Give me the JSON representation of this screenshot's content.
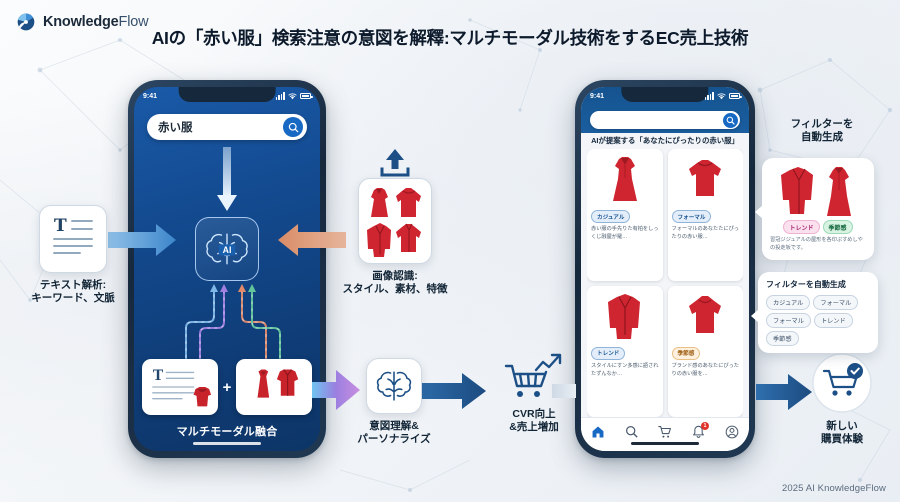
{
  "brand": {
    "bold": "Knowledge",
    "light": "Flow",
    "logo_icon": "knowledgeflow-logo-icon"
  },
  "header": {
    "title": "AIの「赤い服」検索注意の意図を解釋:マルチモーダル技術をするEC売上技術"
  },
  "footer": {
    "text": "2025 AI KnowledgeFlow"
  },
  "left_phone": {
    "status_time": "9:41",
    "search_query": "赤い服",
    "search_icon": "search-icon",
    "ai_label": "AI",
    "ai_icon": "brain-ai-icon",
    "fusion_plus": "+",
    "caption": "マルチモーダル融合"
  },
  "right_phone": {
    "status_time": "9:41",
    "search_icon": "search-icon",
    "heading": "AIが提案する「あなたにぴったりの赤い服」",
    "cards": [
      {
        "tag": "カジュアル",
        "tag_color": "blue",
        "desc": "赤い服の手先りた有柏をしっくじ融屋が羅…",
        "thumb": "red-dress-icon"
      },
      {
        "tag": "フォーマル",
        "tag_color": "blue",
        "desc": "フォーマルのあなたたにぴったりの赤い服…",
        "thumb": "red-sweater-icon"
      },
      {
        "tag": "トレンド",
        "tag_color": "blue",
        "desc": "スタイルにすン多感に語されたずんなか…",
        "thumb": "red-blazer-icon"
      },
      {
        "tag": "季節感",
        "tag_color": "orange",
        "desc": "ブランド感のあなたにぴったりの赤い服を…",
        "thumb": "red-jacket-icon"
      }
    ],
    "nav": [
      {
        "name": "home",
        "icon": "home-icon",
        "active": true,
        "badge": ""
      },
      {
        "name": "search",
        "icon": "search-icon",
        "active": false,
        "badge": ""
      },
      {
        "name": "cart",
        "icon": "cart-icon",
        "active": false,
        "badge": ""
      },
      {
        "name": "notifications",
        "icon": "bell-icon",
        "active": false,
        "badge": "1"
      },
      {
        "name": "profile",
        "icon": "user-icon",
        "active": false,
        "badge": ""
      }
    ]
  },
  "nodes": {
    "text_analysis": {
      "caption": "テキスト解析:\nキーワード、文脈",
      "icon": "text-document-icon"
    },
    "image_recognition": {
      "caption": "画像認識:\nスタイル、素材、特徴",
      "icon": "clothing-grid-icon",
      "upload_icon": "upload-arrow-icon"
    },
    "intent": {
      "caption": "意図理解&\nパーソナライズ",
      "icon": "brain-icon"
    },
    "cvr": {
      "caption": "CVR向上\n&売上増加",
      "icon": "cart-trending-up-icon"
    },
    "experience": {
      "caption": "新しい\n購買体験",
      "icon": "cart-check-icon"
    }
  },
  "filters": {
    "title": "フィルターを\n自動生成",
    "callout_top": {
      "tags": [
        "トレンド",
        "季節感"
      ],
      "note": "習冠ジジュアルの屋形を各印ぷすめしやの投走坂です。"
    },
    "callout_bottom": {
      "title": "フィルターを自動生成",
      "chips": [
        "カジュアル",
        "フォーマル",
        "フォーマル",
        "トレンド",
        "季節感"
      ]
    }
  },
  "colors": {
    "brand_blue": "#1769c4",
    "deep_navy": "#16283c",
    "red": "#c8232b",
    "accent_orange": "#d08a3a",
    "background": "#f2f5f8"
  }
}
